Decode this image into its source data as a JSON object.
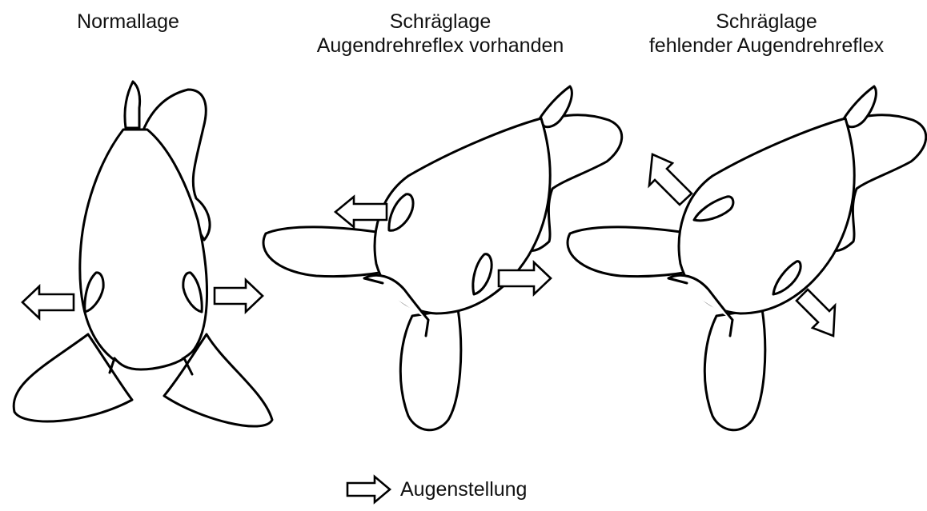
{
  "panels": [
    {
      "title": [
        "Normallage"
      ]
    },
    {
      "title": [
        "Schräglage",
        "Augendrehreflex vorhanden"
      ]
    },
    {
      "title": [
        "Schräglage",
        "fehlender Augendrehreflex"
      ]
    }
  ],
  "legend": {
    "label": "Augenstellung",
    "icon": "hollow-arrow-right-icon"
  },
  "colors": {
    "line": "#000000",
    "fill": "#ffffff",
    "background": "#ffffff"
  }
}
